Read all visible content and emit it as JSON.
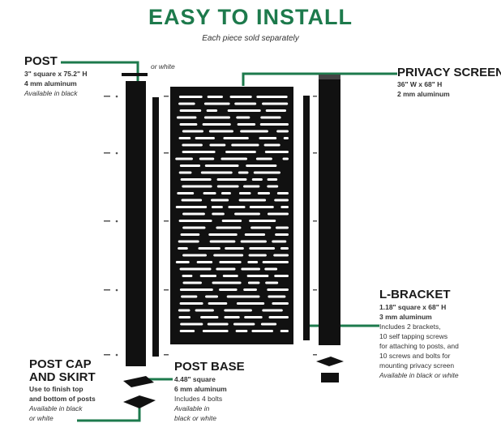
{
  "title": "EASY TO INSTALL",
  "subtitle": "Each piece sold separately",
  "colors": {
    "accent": "#1d7a4c",
    "product": "#111111"
  },
  "post": {
    "name": "POST",
    "spec1": "3\" square x 75.2\" H",
    "spec2": "4 mm aluminum",
    "avail": "Available in black",
    "avail2": "or white"
  },
  "privacy": {
    "name": "PRIVACY SCREEN",
    "spec1": "36\" W x 68\" H",
    "spec2": "2 mm aluminum"
  },
  "lbracket": {
    "name": "L-BRACKET",
    "spec1": "1.18\" square x 68\" H",
    "spec2": "3 mm aluminum",
    "d1": "Includes 2 brackets,",
    "d2": "10 self tapping screws",
    "d3": "for attaching to posts, and",
    "d4": "10 screws and bolts for",
    "d5": "mounting privacy screen",
    "avail": "Available in black or white"
  },
  "postcap": {
    "name1": "POST CAP",
    "name2": "AND SKIRT",
    "d1": "Use to finish top",
    "d2": "and bottom of posts",
    "avail1": "Available in black",
    "avail2": "or white"
  },
  "postbase": {
    "name": "POST BASE",
    "spec1": "4.48\" square",
    "spec2": "6 mm aluminum",
    "d1": "Includes 4 bolts",
    "avail1": "Available in",
    "avail2": "black or white"
  }
}
